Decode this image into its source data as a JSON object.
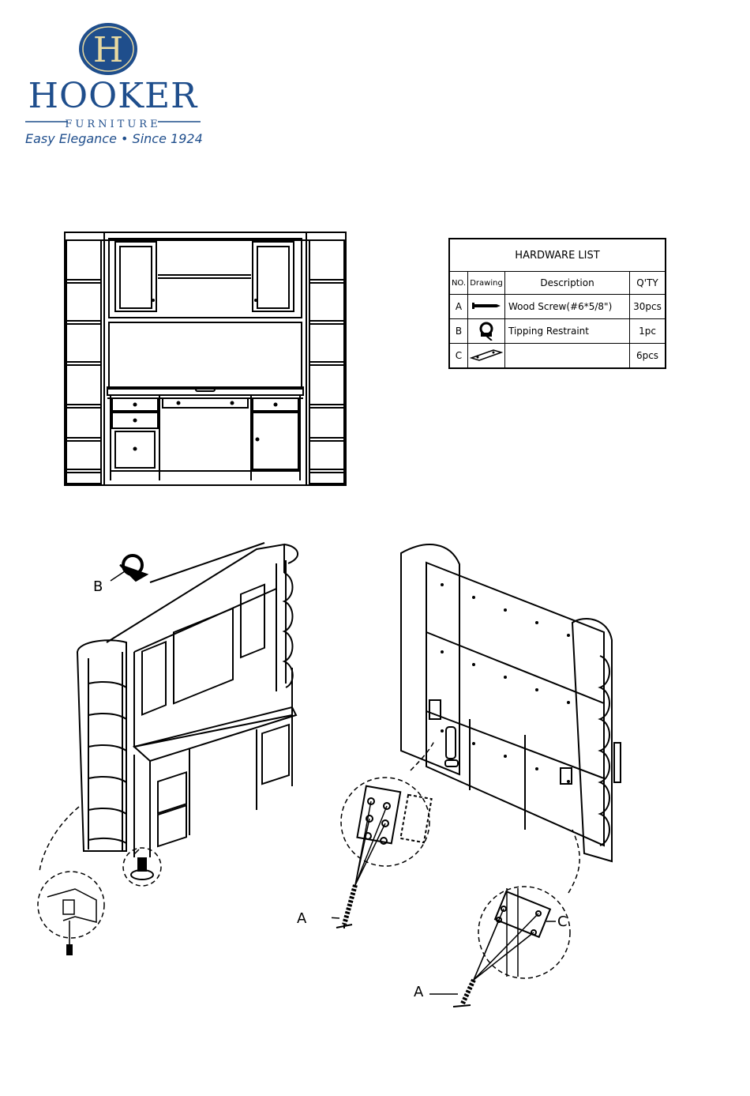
{
  "logo": {
    "monogram": "H",
    "brand": "HOOKER",
    "sub": "FURNITURE",
    "tagline": "Easy Elegance • Since 1924",
    "color": "#1f4e8c"
  },
  "hardware_list": {
    "title": "HARDWARE LIST",
    "headers": {
      "no": "NO.",
      "drawing": "Drawing",
      "description": "Description",
      "qty": "Q'TY"
    },
    "items": [
      {
        "no": "A",
        "drawing_icon": "screw-icon",
        "description": "Wood Screw(#6*5/8\")",
        "qty": "30pcs"
      },
      {
        "no": "B",
        "drawing_icon": "tipping-restraint-icon",
        "description": "Tipping Restraint",
        "qty": "1pc"
      },
      {
        "no": "C",
        "drawing_icon": "mounting-plate-icon",
        "description": "",
        "qty": "6pcs"
      }
    ]
  },
  "callouts": {
    "b": "B",
    "a1": "A",
    "a2": "A",
    "c": "C"
  }
}
